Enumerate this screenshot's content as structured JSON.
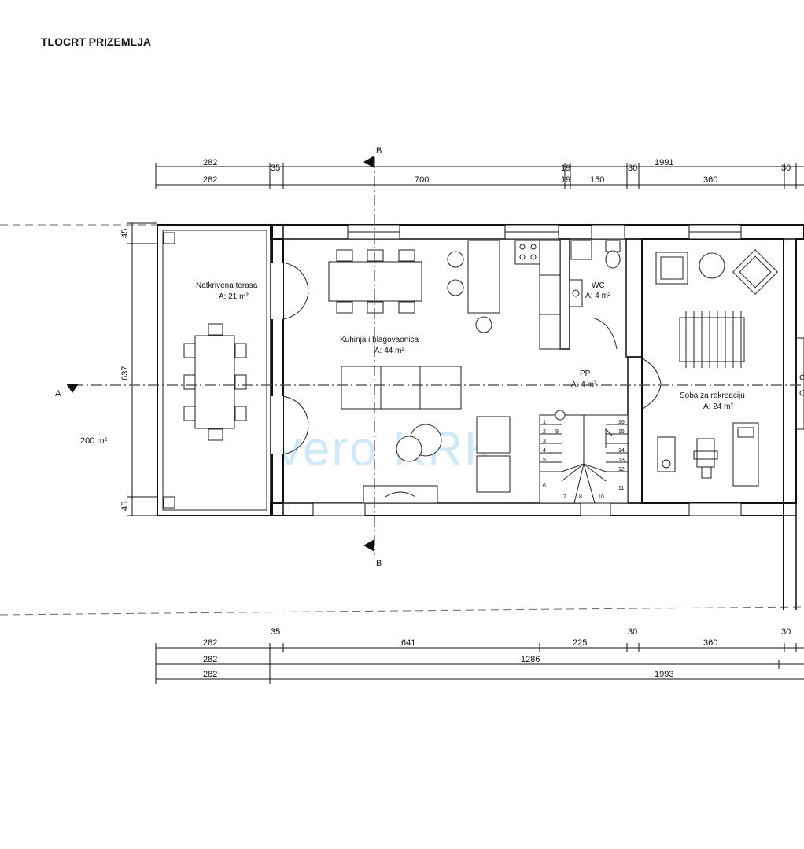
{
  "title": "TLOCRT PRIZEMLJA",
  "section_markers": {
    "b_top": "B",
    "b_bottom": "B",
    "a_left": "A"
  },
  "dimensions": {
    "top_row1": [
      "282",
      "35",
      "19",
      "30",
      "1991",
      "30"
    ],
    "top_row2": [
      "282",
      "700",
      "19",
      "150",
      "30",
      "360",
      "30"
    ],
    "left": [
      "45",
      "637",
      "45"
    ],
    "bottom_row1": [
      "282",
      "35",
      "641",
      "225",
      "30",
      "360",
      "30"
    ],
    "bottom_row2": [
      "282",
      "1286"
    ],
    "bottom_row3": [
      "282",
      "1993"
    ]
  },
  "rooms": {
    "terrace": {
      "name": "Natkrivena terasa",
      "area": "A: 21 m²"
    },
    "kitchen": {
      "name": "Kuhinja i blagovaonica",
      "area": "A: 44 m²"
    },
    "wc": {
      "name": "WC",
      "area": "A: 4 m²"
    },
    "pp": {
      "name": "PP",
      "area": "A: 4 m²"
    },
    "recreation": {
      "name": "Soba za rekreaciju",
      "area": "A: 24 m²"
    }
  },
  "plot_area": "200 m²",
  "stair_steps": [
    "1",
    "2",
    "3",
    "4",
    "5",
    "6",
    "7",
    "8",
    "9",
    "10",
    "11",
    "12",
    "13",
    "14",
    "15",
    "16"
  ],
  "watermark": "vero KRK"
}
